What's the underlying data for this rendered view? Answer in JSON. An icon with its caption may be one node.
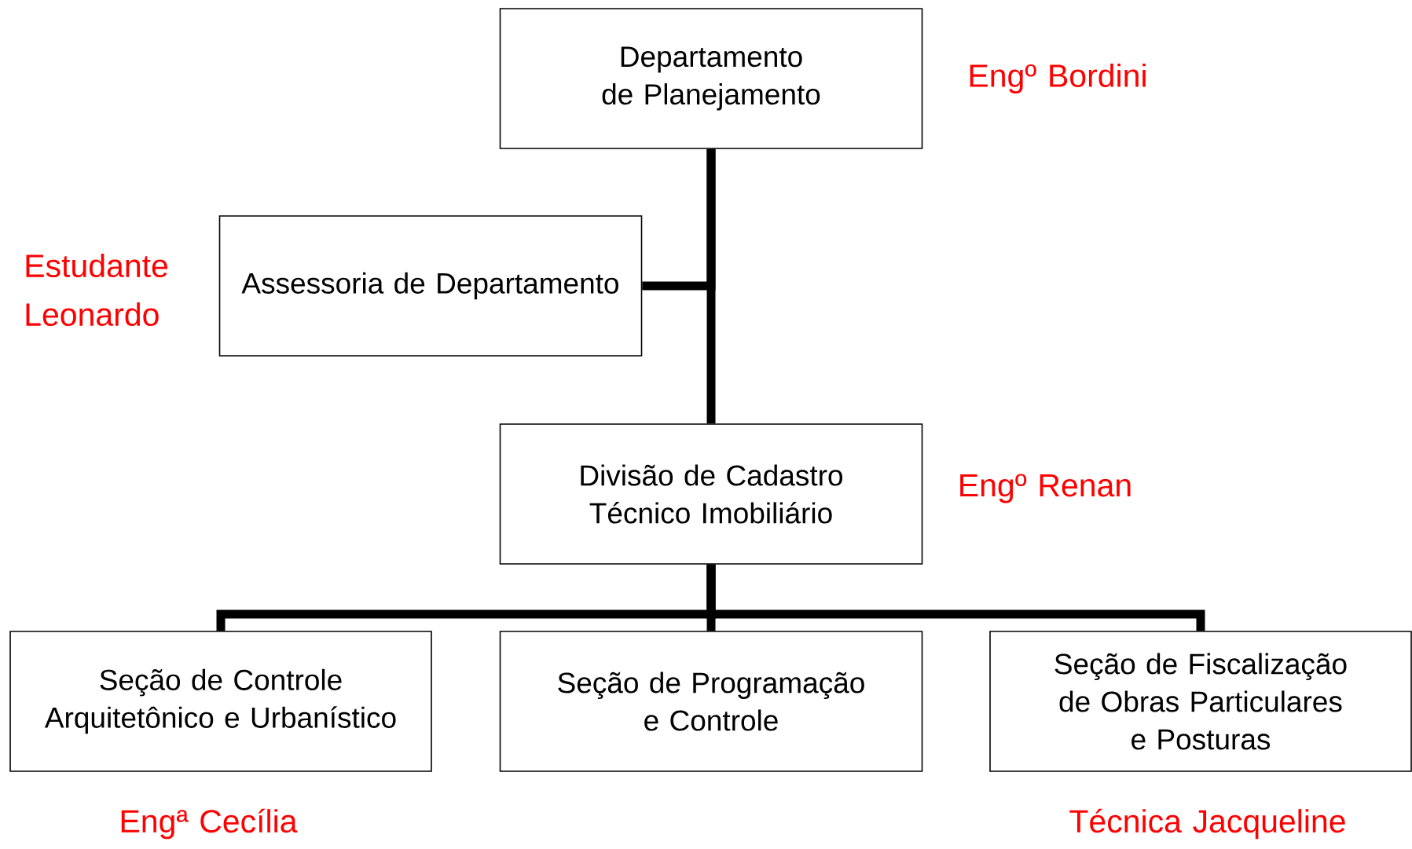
{
  "diagram": {
    "nodes": [
      {
        "text": [
          "Departamento de Planejamento"
        ],
        "beside": [
          "Engº Bordini"
        ]
      },
      {
        "text": [
          "Assessoria de Departamento"
        ],
        "beside": [
          "Estudante Leonardo"
        ]
      },
      {
        "text": [
          "Divisão de Cadastro Técnico Imobiliário"
        ],
        "beside": [
          "Engº Renan"
        ]
      },
      {
        "text": [
          "Seção de Controle Arquitetônico e Urbanístico"
        ],
        "beside": [
          "Engª Cecília"
        ]
      },
      {
        "text": [
          "Seção de Programação e Controle"
        ]
      },
      {
        "text": [
          "Seção de Fiscalização de Obras Particulares e Posturas"
        ],
        "beside": [
          "Técnica Jacqueline"
        ]
      }
    ],
    "edges": [
      {
        "from": 0,
        "to": 1,
        "arrow": "none"
      },
      {
        "from": 0,
        "to": 2,
        "arrow": "none"
      },
      {
        "from": 2,
        "to": 3,
        "arrow": "none"
      },
      {
        "from": 2,
        "to": 4,
        "arrow": "none"
      },
      {
        "from": 2,
        "to": 5,
        "arrow": "none"
      }
    ]
  }
}
